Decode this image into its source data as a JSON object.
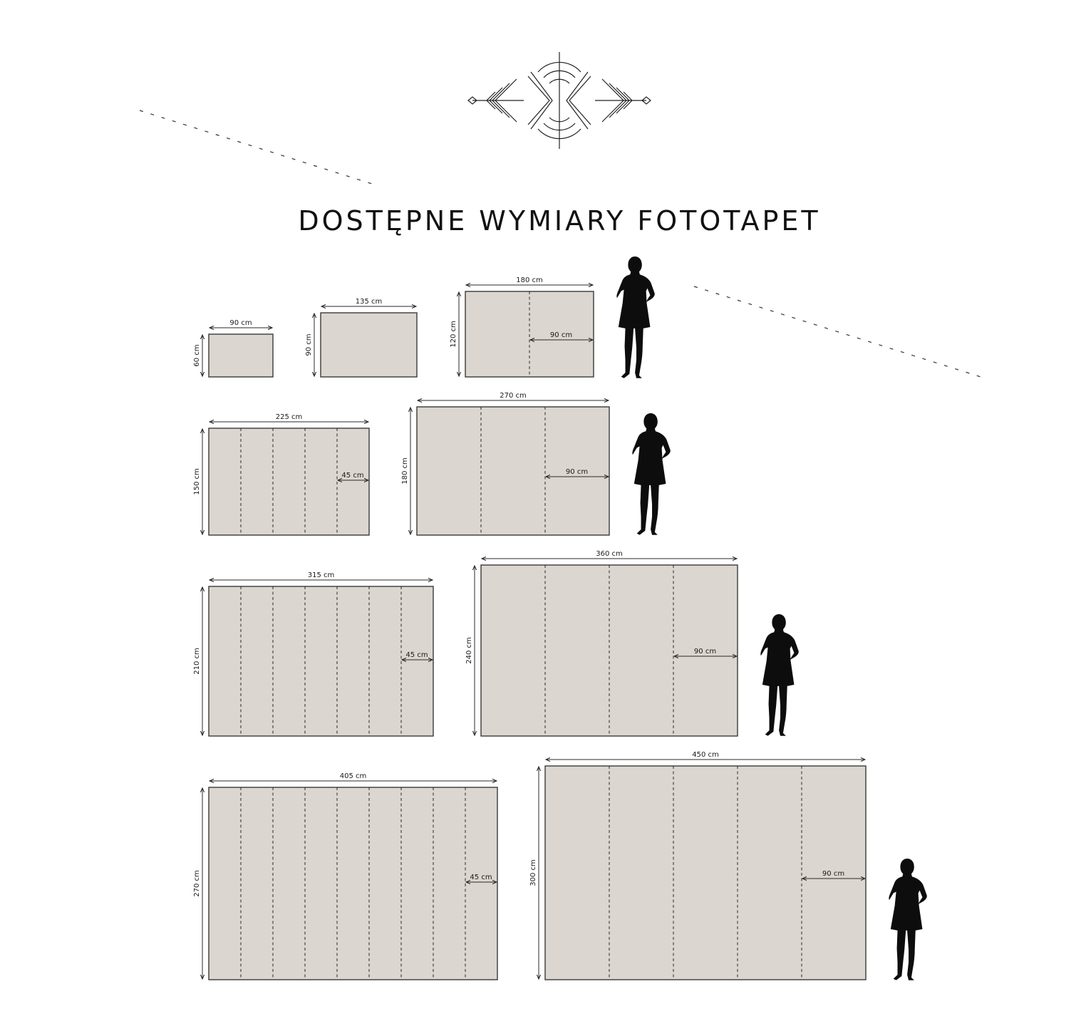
{
  "title": "DOSTĘPNE WYMIARY FOTOTAPET",
  "colors": {
    "panel": "#dbd6cf",
    "ink": "#1a1a1a"
  },
  "icons": [
    "geometric-ornament-icon",
    "person-silhouette-icon"
  ],
  "panels": [
    {
      "w": "90 cm",
      "h": "60 cm",
      "strip": null
    },
    {
      "w": "135 cm",
      "h": "90 cm",
      "strip": null
    },
    {
      "w": "180 cm",
      "h": "120 cm",
      "strip": "90 cm"
    },
    {
      "w": "225 cm",
      "h": "150 cm",
      "strip": "45 cm"
    },
    {
      "w": "270 cm",
      "h": "180 cm",
      "strip": "90 cm"
    },
    {
      "w": "315 cm",
      "h": "210 cm",
      "strip": "45 cm"
    },
    {
      "w": "360 cm",
      "h": "240 cm",
      "strip": "90 cm"
    },
    {
      "w": "405 cm",
      "h": "270 cm",
      "strip": "45 cm"
    },
    {
      "w": "450 cm",
      "h": "300 cm",
      "strip": "90 cm"
    }
  ]
}
